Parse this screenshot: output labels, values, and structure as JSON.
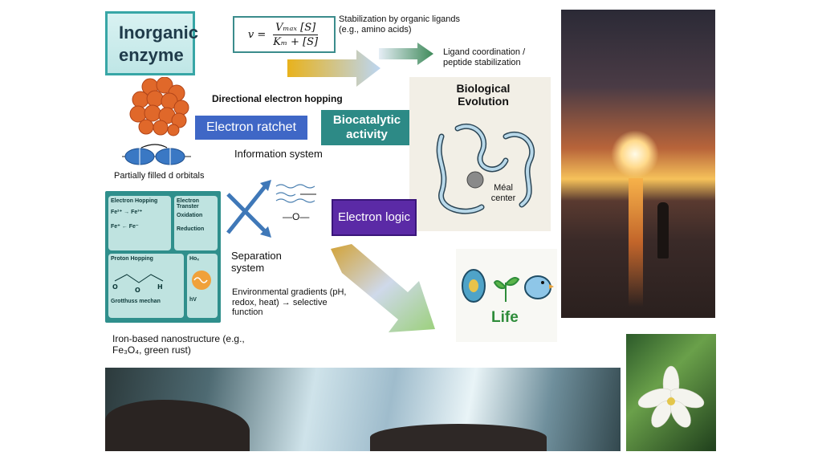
{
  "title": "Inorganic enzyme",
  "formula": {
    "lhs": "v =",
    "numerator": "Vₘₐₓ [S]",
    "denominator": "Kₘ + [S]"
  },
  "stabilization": "Stabilization by organic ligands (e.g., amino acids)",
  "ligand_coordination": "Ligand coordination / peptide stabilization",
  "directional": "Directional electron hopping",
  "ratchet": "Electron ratchet",
  "biocatalytic": "Biocatalytic activity",
  "bio_evolution": "Biological Evolution",
  "metal_center": "Méal center",
  "orbitals": "Partially filled d orbitals",
  "info_system": "Information system",
  "sep_system": "Separation system",
  "molecule": "—O—",
  "logic": "Electron logic",
  "env": "Environmental gradients (pH, redox, heat) → selective function",
  "iron": "Iron-based nanostructure (e.g., Fe₃O₄, green rust)",
  "life": "Life",
  "panel": {
    "hopping": "Electron Hopping",
    "transfer": "Electron Transter",
    "oxidation": "Oxidation",
    "reduction": "Reduction",
    "proton": "Proton Hopping",
    "grotthuss": "Grotthuss mechan",
    "ho": "Hoₓ",
    "hv": "hV",
    "fe2": "Fe²⁺",
    "fe3": "Fe³⁺",
    "fe": "Fe⁺",
    "fe_minus": "Fe⁻"
  },
  "colors": {
    "teal": "#38a6a6",
    "blue_box": "#3f67c6",
    "purple_box": "#5b2aa6",
    "dark_teal": "#1f6f6f"
  }
}
